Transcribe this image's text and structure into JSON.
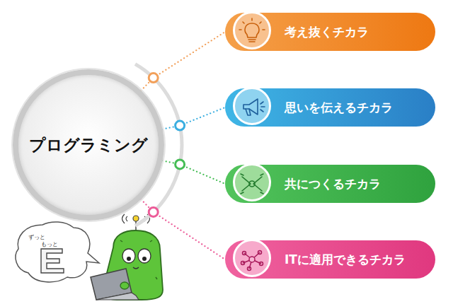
{
  "diagram": {
    "nodes": [
      {
        "text": [
          "プログラミング"
        ]
      },
      {
        "text": [
          "考え抜くチカラ"
        ]
      },
      {
        "text": [
          "思いを伝えるチカラ"
        ]
      },
      {
        "text": [
          "共につくるチカラ"
        ]
      },
      {
        "text": [
          "ITに適用できるチカラ"
        ]
      }
    ],
    "edges": [
      {
        "from": 0,
        "to": 1,
        "arrow": "none"
      },
      {
        "from": 0,
        "to": 2,
        "arrow": "none"
      },
      {
        "from": 0,
        "to": 3,
        "arrow": "none"
      },
      {
        "from": 0,
        "to": 4,
        "arrow": "none"
      }
    ],
    "labels": [
      "ずっと",
      "もっと"
    ]
  }
}
